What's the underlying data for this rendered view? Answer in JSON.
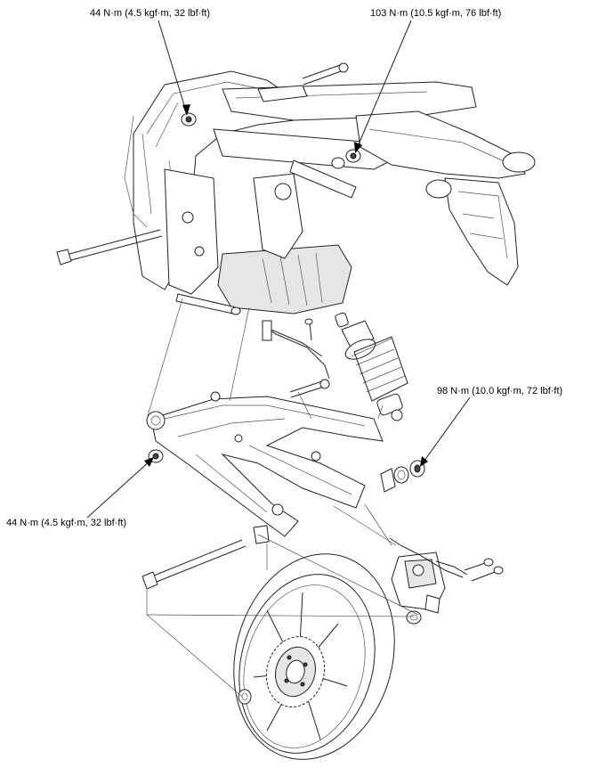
{
  "callouts": {
    "top_left": "44 N·m (4.5 kgf·m, 32 lbf·ft)",
    "top_right": "103 N·m (10.5 kgf·m, 76 lbf·ft)",
    "right": "98 N·m (10.0 kgf·m, 72 lbf·ft)",
    "left": "44 N·m (4.5 kgf·m, 32 lbf·ft)"
  },
  "colors": {
    "line": "#222222",
    "background": "#ffffff"
  }
}
